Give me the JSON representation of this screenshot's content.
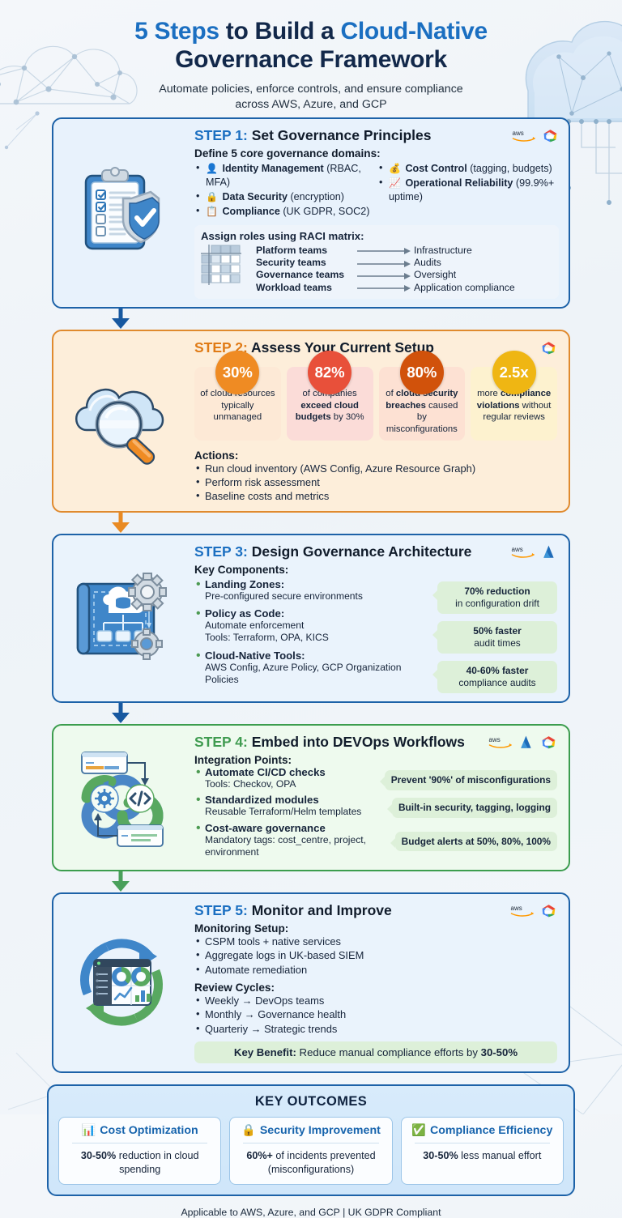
{
  "header": {
    "title_part1": "5 Steps",
    "title_part2": " to Build a ",
    "title_part3": "Cloud-Native",
    "title_line2": "Governance Framework",
    "subtitle_line1": "Automate policies, enforce controls, and ensure compliance",
    "subtitle_line2": "across AWS, Azure, and GCP"
  },
  "steps": [
    {
      "label": "STEP 1:",
      "title": "Set Governance Principles",
      "logos": [
        "aws",
        "gcp"
      ],
      "subhead": "Define 5 core governance domains:",
      "domains_left": [
        {
          "icon": "identity-icon",
          "bold": "Identity Management",
          "rest": " (RBAC, MFA)"
        },
        {
          "icon": "lock-icon",
          "bold": "Data Security",
          "rest": " (encryption)"
        },
        {
          "icon": "document-icon",
          "bold": "Compliance",
          "rest": " (UK GDPR, SOC2)"
        }
      ],
      "domains_right": [
        {
          "icon": "coins-icon",
          "bold": "Cost Control",
          "rest": " (tagging, budgets)"
        },
        {
          "icon": "reliability-icon",
          "bold": "Operational Reliability",
          "rest": " (99.9%+ uptime)"
        }
      ],
      "raci_title": "Assign roles using RACI matrix:",
      "raci_rows": [
        {
          "role": "Platform teams",
          "out": "Infrastructure"
        },
        {
          "role": "Security teams",
          "out": "Audits"
        },
        {
          "role": "Governance teams",
          "out": "Oversight"
        },
        {
          "role": "Workload teams",
          "out": "Application compliance"
        }
      ]
    },
    {
      "label": "STEP 2:",
      "title": "Assess Your Current Setup",
      "logos": [
        "gcp"
      ],
      "stats": [
        {
          "value": "30%",
          "bubble_color": "#ef8b23",
          "card_color": "#fde9d6",
          "caption_html": "of cloud resources typically unmanaged"
        },
        {
          "value": "82%",
          "bubble_color": "#e8503a",
          "card_color": "#fbdcd8",
          "caption_html": "of companies <b>exceed cloud budgets</b> by 30%"
        },
        {
          "value": "80%",
          "bubble_color": "#d1520b",
          "card_color": "#fde1d3",
          "caption_html": "of <b>cloud security breaches</b> caused by misconfigurations"
        },
        {
          "value": "2.5x",
          "bubble_color": "#efb613",
          "card_color": "#fdf2cf",
          "caption_html": "more <b>compliance violations</b> without regular reviews"
        }
      ],
      "actions_title": "Actions:",
      "actions": [
        "Run cloud inventory (AWS Config, Azure Resource Graph)",
        "Perform risk assessment",
        "Baseline costs and metrics"
      ]
    },
    {
      "label": "STEP 3:",
      "title": "Design Governance Architecture",
      "logos": [
        "aws",
        "azure"
      ],
      "subhead": "Key Components:",
      "components": [
        {
          "title": "Landing Zones:",
          "desc": [
            "Pre-configured secure environments"
          ],
          "note_bold": "70% reduction",
          "note_rest": "in configuration drift"
        },
        {
          "title": "Policy as Code:",
          "desc": [
            "Automate enforcement",
            "Tools: Terraform, OPA, KICS"
          ],
          "note_bold": "50% faster",
          "note_rest": "audit times"
        },
        {
          "title": "Cloud-Native Tools:",
          "desc": [
            "AWS Config, Azure Policy, GCP Organization Policies"
          ],
          "note_bold": "40-60% faster",
          "note_rest": "compliance audits"
        }
      ]
    },
    {
      "label": "STEP 4:",
      "title": "Embed into DEVOps Workflows",
      "logos": [
        "aws",
        "azure",
        "gcp"
      ],
      "subhead": "Integration Points:",
      "points": [
        {
          "title": "Automate CI/CD checks",
          "desc": "Tools: Checkov, OPA",
          "note": "Prevent '90%' of misconfigurations"
        },
        {
          "title": "Standardized modules",
          "desc": "Reusable Terraform/Helm templates",
          "note": "Built-in security, tagging, logging"
        },
        {
          "title": "Cost-aware governance",
          "desc": "Mandatory tags: cost_centre, project, environment",
          "note": "Budget alerts at 50%, 80%, 100%"
        }
      ]
    },
    {
      "label": "STEP 5:",
      "title": "Monitor and Improve",
      "logos": [
        "aws",
        "gcp"
      ],
      "monitoring_title": "Monitoring Setup:",
      "monitoring": [
        "CSPM tools + native services",
        "Aggregate logs in UK-based SIEM",
        "Automate remediation"
      ],
      "review_title": "Review Cycles:",
      "reviews": [
        "Weekly → DevOps teams",
        "Monthly → Governance health",
        "Quarteriy → Strategic trends"
      ],
      "key_benefit_label": "Key Benefit:",
      "key_benefit_text": " Reduce manual compliance efforts by ",
      "key_benefit_value": "30-50%"
    }
  ],
  "outcomes": {
    "heading": "KEY OUTCOMES",
    "cards": [
      {
        "icon": "bar-chart-icon",
        "title": "Cost Optimization",
        "bold": "30-50%",
        "rest": " reduction in cloud spending"
      },
      {
        "icon": "lock-icon",
        "title": "Security Improvement",
        "bold": "60%+",
        "rest": " of incidents prevented (misconfigurations)"
      },
      {
        "icon": "check-box-icon",
        "title": "Compliance Efficiency",
        "bold": "30-50%",
        "rest": " less manual effort"
      }
    ]
  },
  "footer": "Applicable to AWS, Azure, and GCP | UK GDPR Compliant",
  "colors": {
    "title_accent": "#1b6fc1",
    "step1_border": "#1d62a8",
    "step2_border": "#e08a2e",
    "step3_border": "#1d62a8",
    "step4_border": "#3c9d4e",
    "step5_border": "#1d62a8"
  }
}
